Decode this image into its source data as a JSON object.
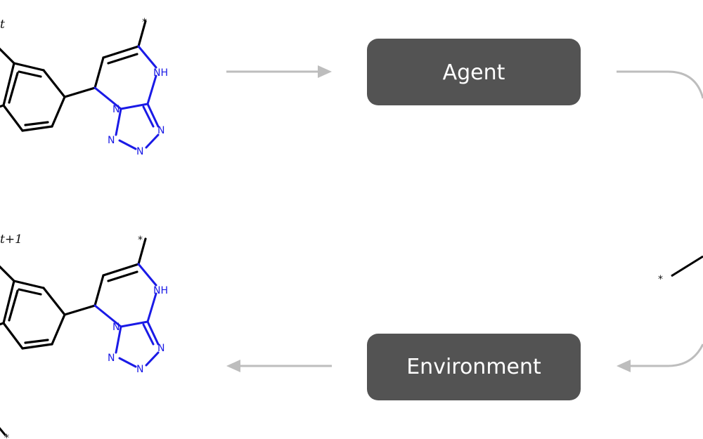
{
  "diagram": {
    "agent_label": "Agent",
    "environment_label": "Environment",
    "state_t_label": "t",
    "state_t1_label": "t+1"
  },
  "molecule": {
    "nh_label": "NH",
    "n_label": "N",
    "attachment_label": "*"
  },
  "colors": {
    "box_fill": "#535353",
    "arrow": "#bdbdbd",
    "bond_black": "#000000",
    "bond_blue": "#1a1ae6"
  }
}
